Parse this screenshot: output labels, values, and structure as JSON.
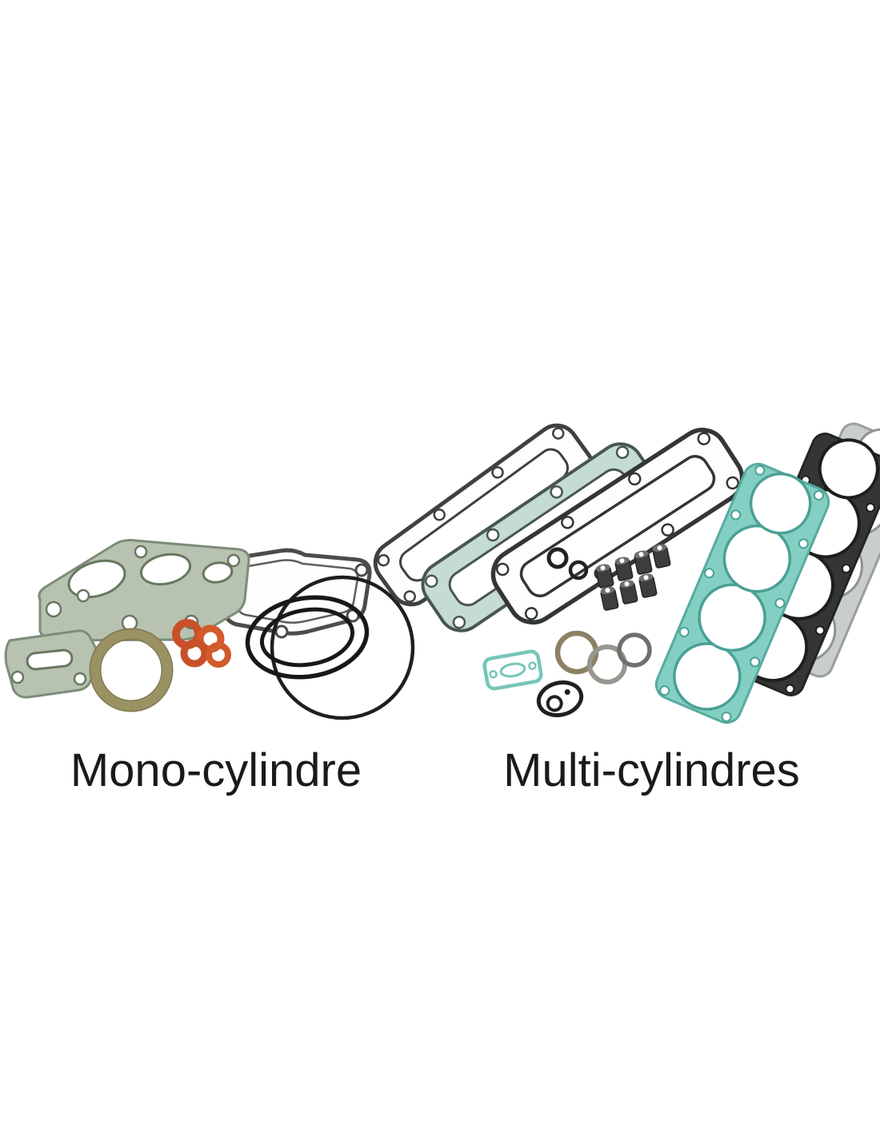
{
  "page": {
    "background": "#ffffff"
  },
  "labels": {
    "mono": "Mono-cylindre",
    "multi": "Multi-cylindres"
  },
  "palette": {
    "sage_green": "#b7c2b0",
    "teal": "#84cfc3",
    "charcoal": "#343634",
    "copper_orange": "#c8512a",
    "olive": "#9b9264",
    "ring_black": "#1f1f1f",
    "text": "#1a1a1a"
  },
  "parts": {
    "mono": [
      "base-gasket",
      "cover-gasket-outline",
      "small-gasket",
      "ring-gasket",
      "copper-washers",
      "o-rings"
    ],
    "multi": [
      "cover-gasket-left",
      "cover-gasket-middle",
      "cover-gasket-right",
      "head-gasket-steel",
      "head-gasket-dark",
      "head-gasket-teal",
      "valve-stem-seals",
      "small-o-rings",
      "metal-rings",
      "small-plate-gasket",
      "oval-seal"
    ]
  }
}
